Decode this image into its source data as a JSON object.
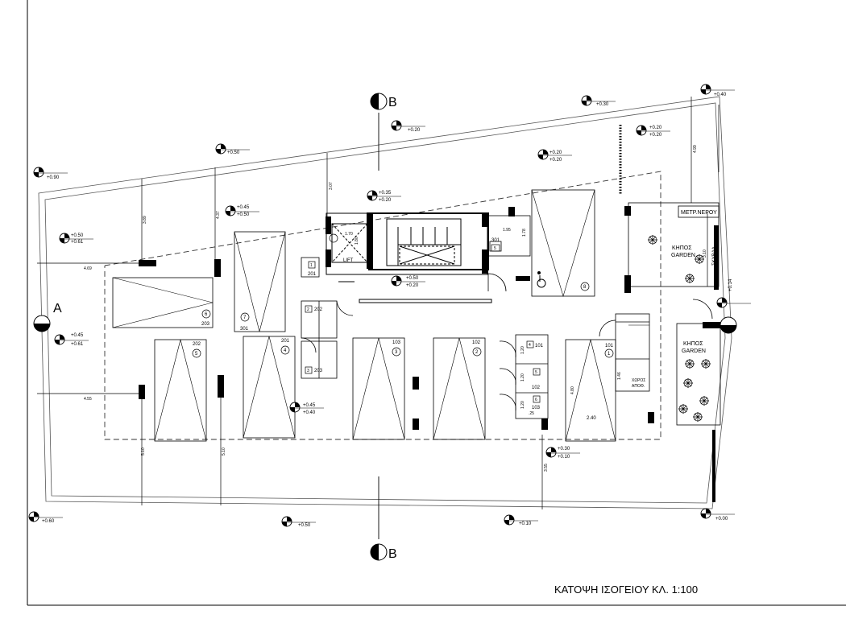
{
  "sheet": {
    "title": "ΚΑΤΟΨΗ ΙΣΟΓΕΙΟΥ ΚΛ. 1:100"
  },
  "section_markers": {
    "a": "A",
    "b_top": "B",
    "b_bottom": "B"
  },
  "levels": {
    "l1": "+0.90",
    "l2": "+0.50",
    "l3": "+0.61",
    "l4": "+0.50",
    "l5": "+0.45",
    "l6": "+0.50",
    "l7": "+0.20",
    "l8": "+0.35",
    "l9": "+0.20",
    "l10": "+0.30",
    "l11": "+0.20",
    "l12": "+0.20",
    "l13": "+0.20",
    "l14": "+0.20",
    "l15": "+0.40",
    "l16": "+0.50",
    "l17": "+0.20",
    "l18": "+0.45",
    "l19": "+0.61",
    "l20": "+0.45",
    "l21": "+0.40",
    "l22": "+0.30",
    "l23": "+0.10",
    "l24": "+0.60",
    "l25": "+0.50",
    "l26": "+0.10",
    "l27": "+0.00",
    "l28": "+0.14"
  },
  "dimensions": {
    "d1": "4.69",
    "d2": "3.89",
    "d3": "4.37",
    "d4": "3.07",
    "d5": "4.55",
    "d6": "5.10",
    "d7": "5.10",
    "d8": "3.55",
    "d9": "4.99",
    "d10": "3.10",
    "d11": "1.70",
    "d12": "1.80",
    "d13": "1.95",
    "d14": "1.78",
    "d15": "4.80",
    "d16": "2.40",
    "d17": "1.20",
    "d18": "1.20",
    "d19": "1.20",
    "d20": ".25",
    "d21": "1.46"
  },
  "labels": {
    "lift": "LIFT",
    "water_meter": "ΜΕΤΡ.ΝΕΡΟΥ",
    "drain": "ΣΚΥΒΑΛ",
    "garden_gr_1": "ΚΗΠΟΣ",
    "garden_en_1": "GARDEN",
    "garden_gr_2": "ΚΗΠΟΣ",
    "garden_en_2": "GARDEN",
    "storage_1": "ΧΩΡΟΣ",
    "storage_2": "ΑΠΟΘ."
  },
  "parking": {
    "p6": {
      "num": "6",
      "unit": "203"
    },
    "p7": {
      "num": "7",
      "unit": "301"
    },
    "p5": {
      "num": "5",
      "unit": "202"
    },
    "p4": {
      "num": "4",
      "unit": "201"
    },
    "p3": {
      "num": "3",
      "unit": "103"
    },
    "p2": {
      "num": "2",
      "unit": "102"
    },
    "p1": {
      "num": "1",
      "unit": "101"
    },
    "p8": {
      "num": "8"
    }
  },
  "storage_units": {
    "s1_num": "1",
    "s1_unit": "201",
    "s2_num": "2",
    "s2_unit": "202",
    "s3_num": "3",
    "s3_unit": "203",
    "s4_num": "4",
    "s4_unit": "101",
    "s5_num": "5",
    "s5_unit": "102",
    "s6_num": "6",
    "s6_unit": "103",
    "s301_unit": "301",
    "s301_num": "5"
  }
}
